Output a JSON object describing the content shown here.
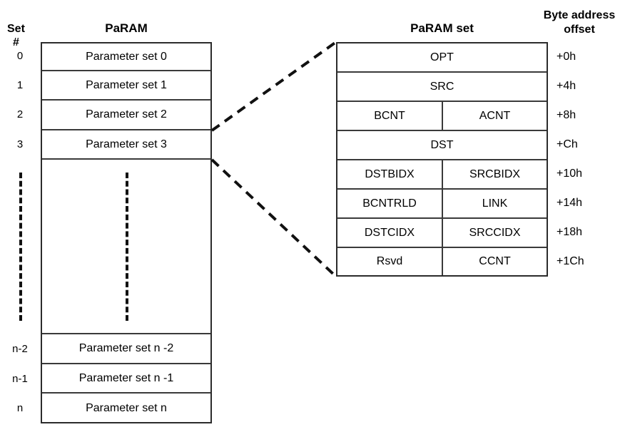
{
  "headers": {
    "set_hash_line1": "Set",
    "set_hash_line2": "#",
    "param_title": "PaRAM",
    "paramset_title": "PaRAM set",
    "byte_address_line1": "Byte address",
    "byte_address_line2": "offset"
  },
  "param_table": {
    "rows": [
      {
        "set": "0",
        "label": "Parameter set 0"
      },
      {
        "set": "1",
        "label": "Parameter set 1"
      },
      {
        "set": "2",
        "label": "Parameter set 2"
      },
      {
        "set": "3",
        "label": "Parameter set 3"
      },
      {
        "set": "",
        "label": ""
      },
      {
        "set": "n-2",
        "label": "Parameter set n -2"
      },
      {
        "set": "n-1",
        "label": "Parameter set n -1"
      },
      {
        "set": "n",
        "label": "Parameter set n"
      }
    ],
    "ellipsis_marker": "vertical-dashed-ellipsis"
  },
  "paramset_table": {
    "rows": [
      {
        "cells": [
          "OPT"
        ],
        "offset": "+0h"
      },
      {
        "cells": [
          "SRC"
        ],
        "offset": "+4h"
      },
      {
        "cells": [
          "BCNT",
          "ACNT"
        ],
        "offset": "+8h"
      },
      {
        "cells": [
          "DST"
        ],
        "offset": "+Ch"
      },
      {
        "cells": [
          "DSTBIDX",
          "SRCBIDX"
        ],
        "offset": "+10h"
      },
      {
        "cells": [
          "BCNTRLD",
          "LINK"
        ],
        "offset": "+14h"
      },
      {
        "cells": [
          "DSTCIDX",
          "SRCCIDX"
        ],
        "offset": "+18h"
      },
      {
        "cells": [
          "Rsvd",
          "CCNT"
        ],
        "offset": "+1Ch"
      }
    ]
  },
  "colors": {
    "border": "#2b2b2b",
    "inner_rule": "#3a3a3a",
    "text": "#000000",
    "background": "#ffffff",
    "dashed_connector": "#111111"
  }
}
